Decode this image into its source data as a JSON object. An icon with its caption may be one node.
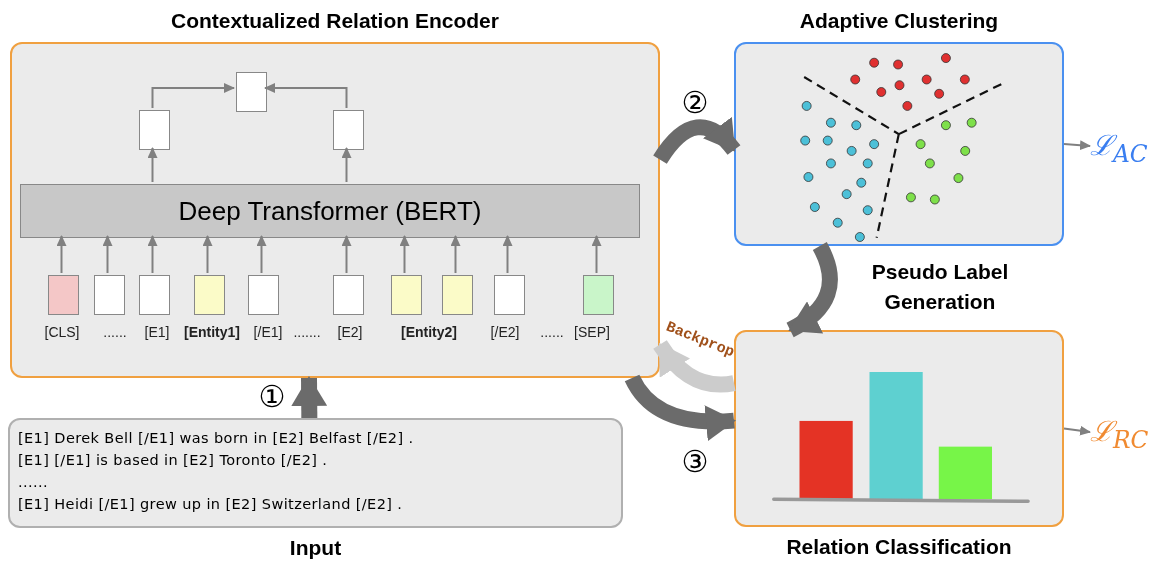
{
  "diagram": {
    "nodes": [
      {
        "text": [
          "Contextualized Relation Encoder"
        ]
      },
      {
        "text": [],
        "shape": "box",
        "in": 0
      },
      {
        "text": [],
        "shape": "box",
        "in": 0
      },
      {
        "text": [],
        "shape": "box",
        "in": 0
      },
      {
        "text": [
          "Deep Transformer (BERT)"
        ],
        "in": 0
      },
      {
        "text": [],
        "shape": "box",
        "in": 0
      },
      {
        "text": [],
        "shape": "box",
        "in": 0
      },
      {
        "text": [],
        "shape": "box",
        "in": 0
      },
      {
        "text": [],
        "shape": "box",
        "in": 0
      },
      {
        "text": [],
        "shape": "box",
        "in": 0
      },
      {
        "text": [],
        "shape": "box",
        "in": 0
      },
      {
        "text": [],
        "shape": "box",
        "in": 0
      },
      {
        "text": [],
        "shape": "box",
        "in": 0
      },
      {
        "text": [],
        "shape": "box",
        "in": 0
      },
      {
        "text": [],
        "shape": "box",
        "in": 0
      },
      {
        "text": [
          "[E1] Derek Bell [/E1] was born in [E2] Belfast [/E2] .",
          "[E1] [/E1] is based in [E2] Toronto [/E2] .",
          "......",
          "[E1] Heidi [/E1] grew up in [E2] Switzerland [/E2] .",
          "Input"
        ]
      },
      {
        "text": [
          "Adaptive Clustering"
        ]
      },
      {
        "text": [
          "Relation Classification"
        ]
      },
      {
        "text": [
          "ℒ$_{AC}$"
        ]
      },
      {
        "text": [
          "ℒ$_{RC}$"
        ]
      }
    ],
    "edges": [
      {
        "from": 2,
        "to": 1,
        "arrow": "to"
      },
      {
        "from": 3,
        "to": 1,
        "arrow": "to"
      },
      {
        "from": 4,
        "to": 2,
        "arrow": "to"
      },
      {
        "from": 4,
        "to": 3,
        "arrow": "to"
      },
      {
        "from": 5,
        "to": 4,
        "arrow": "to"
      },
      {
        "from": 6,
        "to": 4,
        "arrow": "to"
      },
      {
        "from": 7,
        "to": 4,
        "arrow": "to"
      },
      {
        "from": 8,
        "to": 4,
        "arrow": "to"
      },
      {
        "from": 9,
        "to": 4,
        "arrow": "to"
      },
      {
        "from": 10,
        "to": 4,
        "arrow": "to"
      },
      {
        "from": 11,
        "to": 4,
        "arrow": "to"
      },
      {
        "from": 12,
        "to": 4,
        "arrow": "to"
      },
      {
        "from": 13,
        "to": 4,
        "arrow": "to"
      },
      {
        "from": 14,
        "to": 4,
        "arrow": "to"
      },
      {
        "from": 15,
        "to": 0,
        "arrow": "to",
        "label": "①",
        "style": "thick"
      },
      {
        "from": 0,
        "to": 16,
        "arrow": "to",
        "label": "②",
        "style": "thick"
      },
      {
        "from": 16,
        "to": 17,
        "arrow": "to",
        "label": "Pseudo Label Generation",
        "style": "thick"
      },
      {
        "from": 17,
        "to": 0,
        "arrow": "to",
        "label": "Backprop",
        "style": "thick",
        "color": "#cccccc"
      },
      {
        "from": 0,
        "to": 17,
        "arrow": "to",
        "label": "③",
        "style": "thick"
      },
      {
        "from": 16,
        "to": 18,
        "arrow": "to"
      },
      {
        "from": 17,
        "to": 19,
        "arrow": "to"
      }
    ],
    "labels": [
      "[CLS]",
      "......",
      "[E1]",
      "[Entity1]",
      "[/E1]",
      ".......",
      "[E2]",
      "[Entity2]",
      "[/E2]",
      "......",
      "[SEP]"
    ]
  }
}
